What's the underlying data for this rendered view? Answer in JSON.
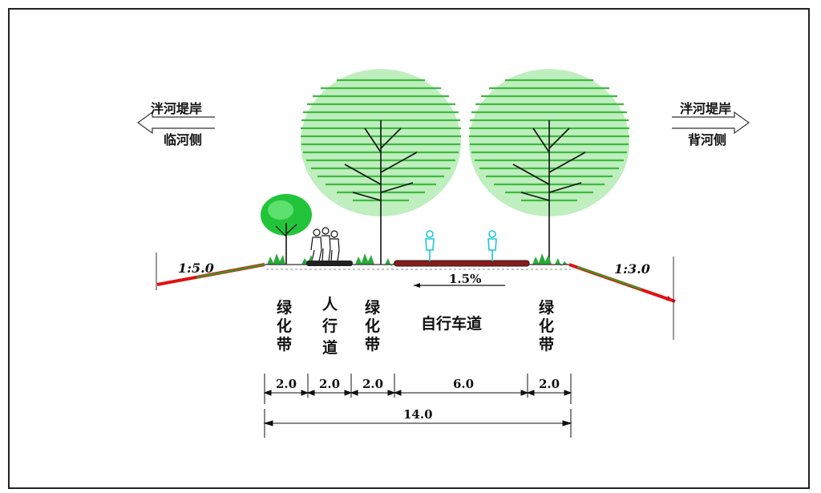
{
  "left_arrow": {
    "top": "泮河堤岸",
    "bottom": "临河侧"
  },
  "right_arrow": {
    "top": "泮河堤岸",
    "bottom": "背河侧"
  },
  "slopes": {
    "left": "1:5.0",
    "right": "1:3.0"
  },
  "grade": "1.5%",
  "zones": [
    {
      "label": "绿化带",
      "width": "2.0"
    },
    {
      "label": "人行道",
      "width": "2.0"
    },
    {
      "label": "绿化带",
      "width": "2.0"
    },
    {
      "label": "自行车道",
      "width": "6.0"
    },
    {
      "label": "绿化带",
      "width": "2.0"
    }
  ],
  "total_width": "14.0",
  "colors": {
    "tree": "#3dbb3d",
    "tree_light": "#7fd67f",
    "slope_red": "#e01010",
    "slope_green": "#22aa22",
    "cyclist": "#19c8d8",
    "path": "#8b1a1a"
  }
}
